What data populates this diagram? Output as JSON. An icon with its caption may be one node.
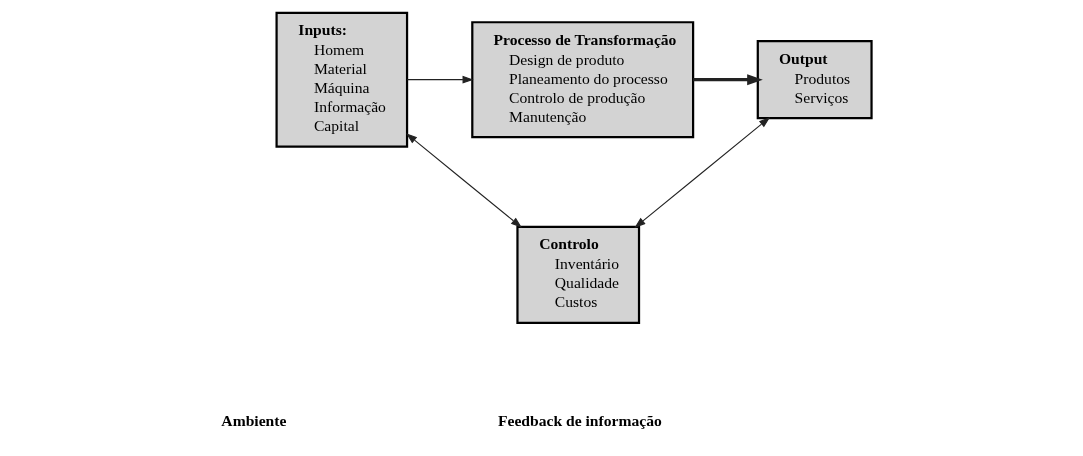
{
  "diagram": {
    "nodes": [
      {
        "text": [
          "Inputs:",
          "Homem",
          "Material",
          "Máquina",
          "Informação",
          "Capital"
        ]
      },
      {
        "text": [
          "Processo de Transformação",
          "Design de produto",
          "Planeamento do processo",
          "Controlo de produção",
          "Manutenção"
        ]
      },
      {
        "text": [
          "Output",
          "Produtos",
          "Serviços"
        ]
      },
      {
        "text": [
          "Controlo",
          "Inventário",
          "Qualidade",
          "Custos"
        ]
      }
    ],
    "edges": [
      {
        "from": 0,
        "to": 1,
        "arrow": "to"
      },
      {
        "from": 1,
        "to": 2,
        "arrow": "to",
        "style": "thick"
      },
      {
        "from": 0,
        "to": 3,
        "arrow": "both"
      },
      {
        "from": 3,
        "to": 2,
        "arrow": "both"
      }
    ],
    "labels": [
      "Ambiente",
      "Feedback de informação"
    ]
  }
}
